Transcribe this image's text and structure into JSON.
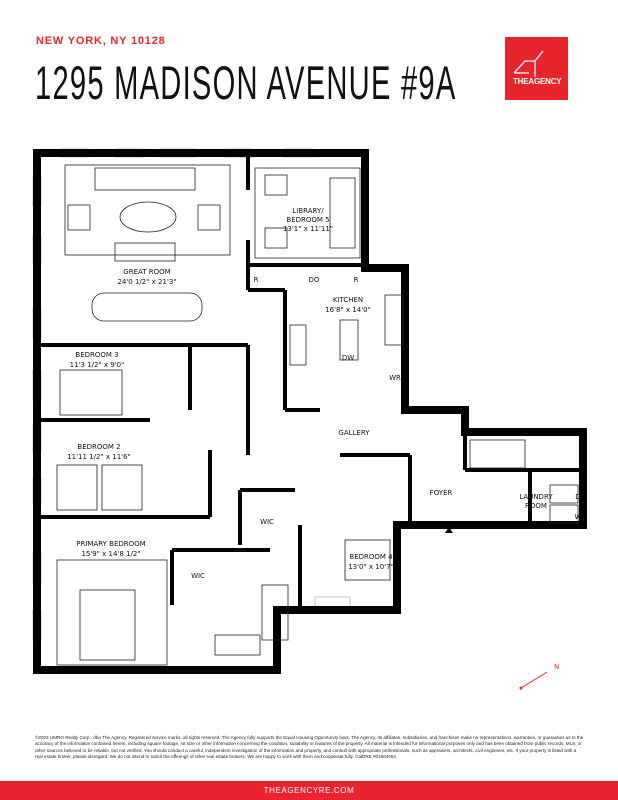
{
  "header": {
    "location": "NEW YORK, NY 10128",
    "title": "1295 MADISON AVENUE #9A",
    "logo_text": "THEAGENCY",
    "brand_color": "#e8252c"
  },
  "rooms": {
    "great_room": {
      "name": "GREAT ROOM",
      "dims": "24'0 1/2\" x 21'3\""
    },
    "library": {
      "name1": "LIBRARY/",
      "name2": "BEDROOM 5",
      "dims": "13'1\" x 11'11\""
    },
    "kitchen": {
      "name": "KITCHEN",
      "dims": "16'8\" x 14'0\""
    },
    "bedroom3": {
      "name": "BEDROOM 3",
      "dims": "11'3 1/2\" x 9'0\""
    },
    "bedroom2": {
      "name": "BEDROOM 2",
      "dims": "11'11 1/2\" x 11'6\""
    },
    "primary": {
      "name": "PRIMARY BEDROOM",
      "dims": "15'9\" x 14'8 1/2\""
    },
    "bedroom4": {
      "name": "BEDROOM 4",
      "dims": "13'0\" x 10'7\""
    },
    "gallery": "GALLERY",
    "foyer": "FOYER",
    "laundry": {
      "name1": "LAUNDRY",
      "name2": "ROOM"
    },
    "wic": "WIC",
    "appliances": {
      "r": "R",
      "do": "DO",
      "dw": "DW",
      "wr": "WR",
      "d": "D",
      "w": "W"
    }
  },
  "compass": "N",
  "disclaimer": "©2023 UMRO Realty Corp., dba The Agency. Registered service marks; all rights reserved. The Agency fully supports the Equal Housing Opportunity laws. The Agency, its affiliates, subsidiaries, and franchises make no representations, warranties, or guaranties as to the accuracy of the information contained herein, including square footage, lot size or other information concerning the condition, suitability or features of the property. All material is intended for informational purposes only and has been obtained from public records, MLS, or other sources believed to be reliable, but not verified. You should conduct a careful, independent investigation of the information and property, and consult with appropriate professionals, such as appraisers, architects, civil engineers, etc. If your property is listed with a real estate broker, please disregard. We do not intend to solicit the offerings of other real estate brokers. We are happy to work with them and cooperate fully. CalDRE #01904054",
  "footer": {
    "website": "THEAGENCYRE.COM",
    "color": "#ea2330"
  }
}
